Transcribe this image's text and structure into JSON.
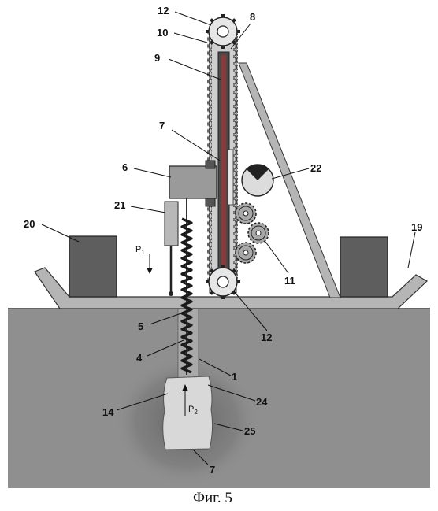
{
  "figure": {
    "caption": "Фиг. 5",
    "labels": {
      "n12_top": "12",
      "n10": "10",
      "n8": "8",
      "n9": "9",
      "n7_top": "7",
      "n6": "6",
      "n22": "22",
      "n21": "21",
      "n20": "20",
      "n19": "19",
      "n11": "11",
      "n12_bottom": "12",
      "n5": "5",
      "n4": "4",
      "n1": "1",
      "n14": "14",
      "n24": "24",
      "n25": "25",
      "n7_bottom": "7"
    },
    "forces": {
      "p1_main": "P",
      "p1_sub": "1",
      "p2_main": "P",
      "p2_sub": "2"
    }
  },
  "colors": {
    "ground": "#8f8f8f",
    "ground_dark": "#7a7a7a",
    "weight": "#5e5e5e",
    "frame": "#b5b5b5",
    "mast": "#4a4a4a",
    "rod": "#8a3a3a",
    "chain": "#444444",
    "carriage": "#9a9a9a",
    "pile": "#d8d8d8"
  }
}
